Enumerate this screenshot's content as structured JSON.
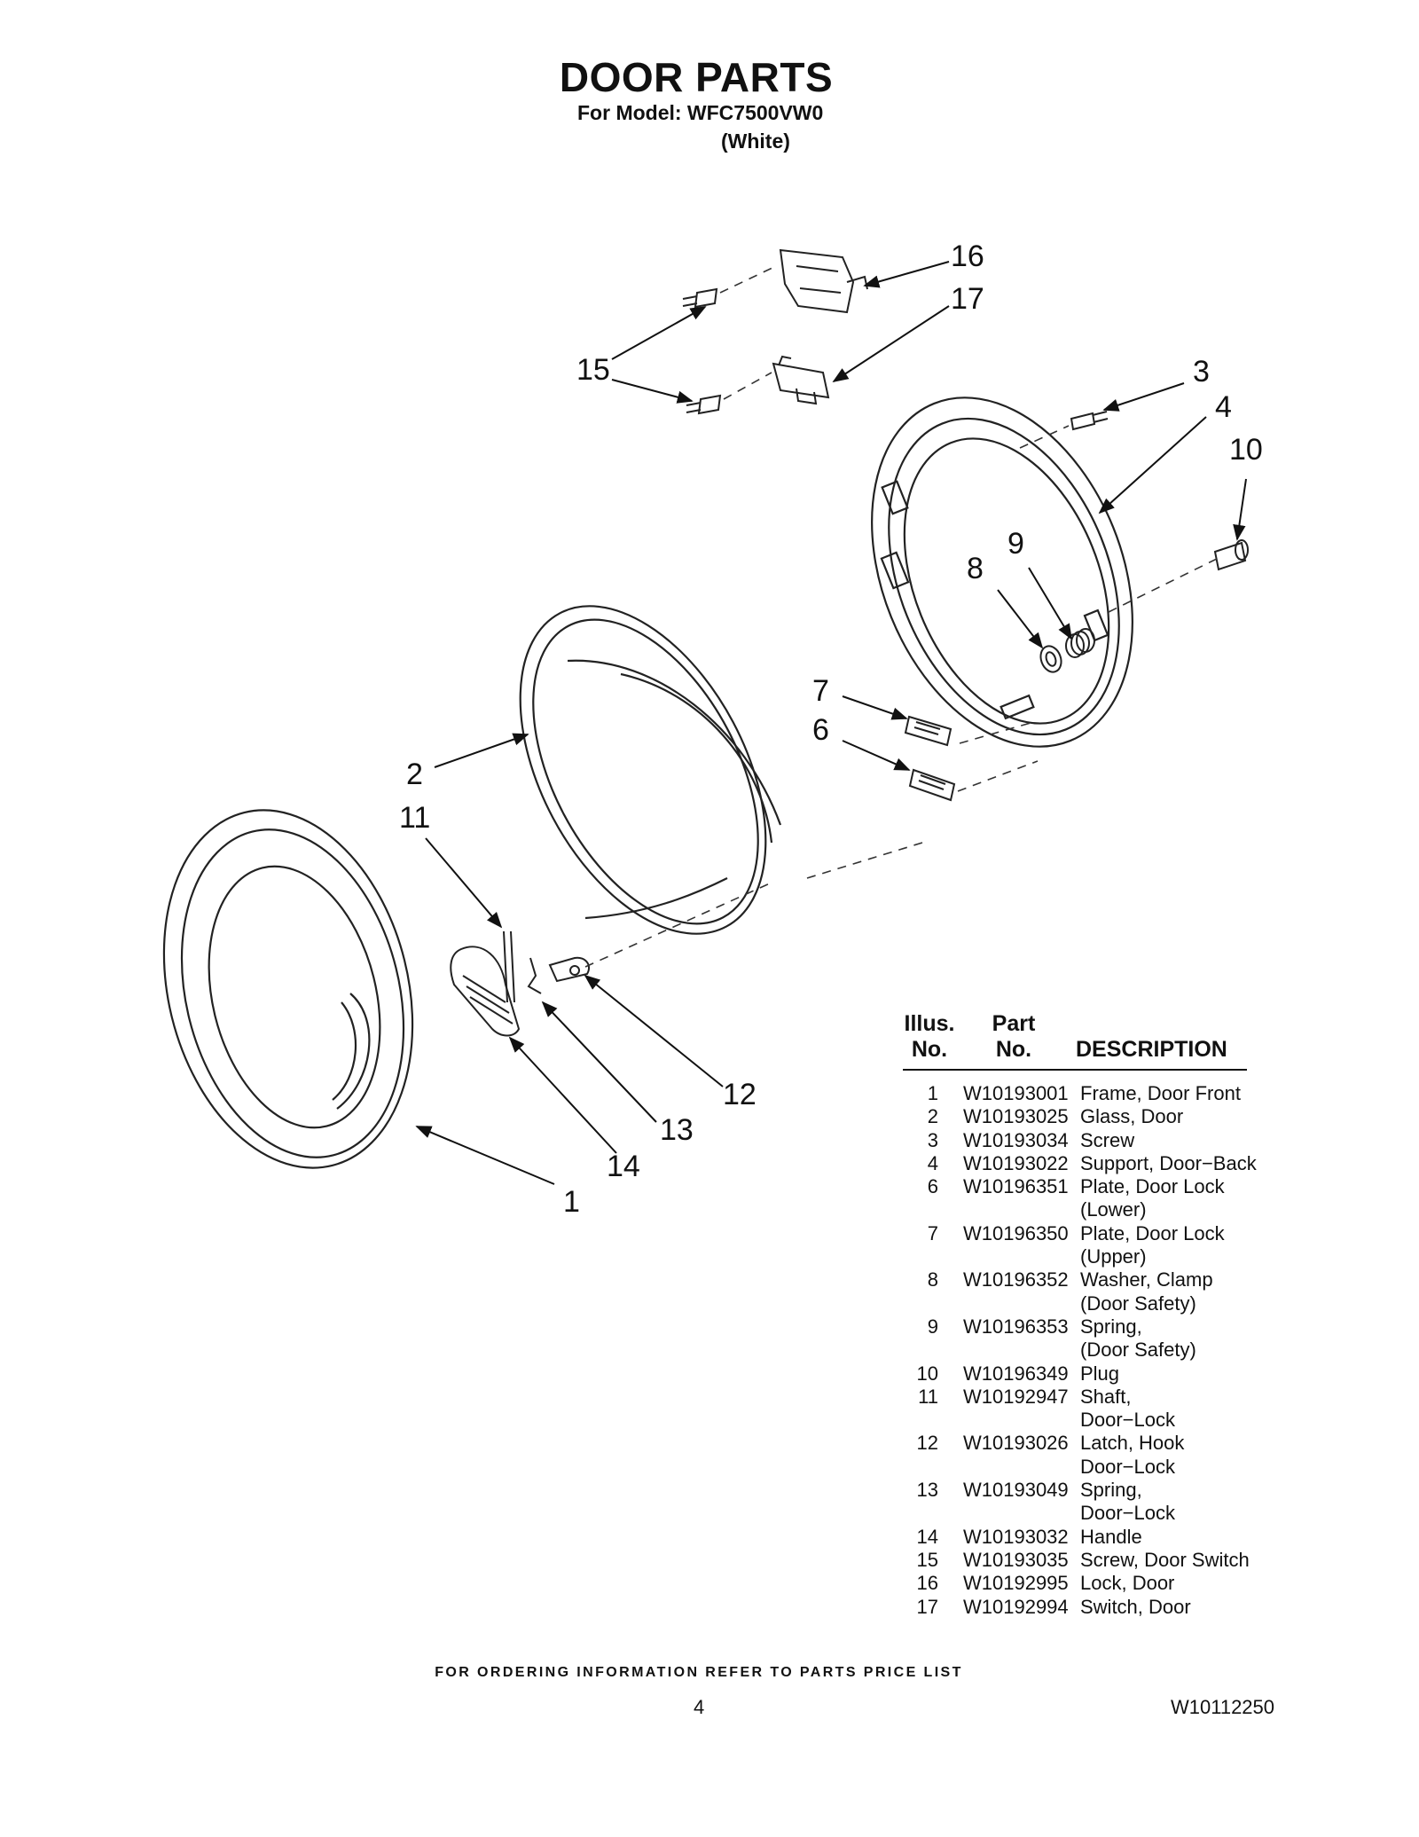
{
  "header": {
    "title": "DOOR PARTS",
    "model_line": "For Model: WFC7500VW0",
    "color_line": "(White)"
  },
  "diagram": {
    "callouts": [
      "16",
      "17",
      "15",
      "3",
      "4",
      "10",
      "9",
      "8",
      "7",
      "6",
      "2",
      "11",
      "12",
      "13",
      "14",
      "1"
    ]
  },
  "parts_table": {
    "headers": {
      "illus": "Illus.\nNo.",
      "part": "Part\nNo.",
      "description": "DESCRIPTION"
    },
    "rows": [
      {
        "no": "1",
        "part": "W10193001",
        "desc": "Frame, Door Front"
      },
      {
        "no": "2",
        "part": "W10193025",
        "desc": "Glass, Door"
      },
      {
        "no": "3",
        "part": "W10193034",
        "desc": "Screw"
      },
      {
        "no": "4",
        "part": "W10193022",
        "desc": "Support, Door−Back"
      },
      {
        "no": "6",
        "part": "W10196351",
        "desc": "Plate, Door Lock\n(Lower)"
      },
      {
        "no": "7",
        "part": "W10196350",
        "desc": "Plate, Door Lock\n(Upper)"
      },
      {
        "no": "8",
        "part": "W10196352",
        "desc": "Washer, Clamp\n(Door Safety)"
      },
      {
        "no": "9",
        "part": "W10196353",
        "desc": "Spring,\n(Door Safety)"
      },
      {
        "no": "10",
        "part": "W10196349",
        "desc": "Plug"
      },
      {
        "no": "11",
        "part": "W10192947",
        "desc": "Shaft,\nDoor−Lock"
      },
      {
        "no": "12",
        "part": "W10193026",
        "desc": "Latch, Hook\nDoor−Lock"
      },
      {
        "no": "13",
        "part": "W10193049",
        "desc": "Spring,\nDoor−Lock"
      },
      {
        "no": "14",
        "part": "W10193032",
        "desc": "Handle"
      },
      {
        "no": "15",
        "part": "W10193035",
        "desc": "Screw, Door Switch"
      },
      {
        "no": "16",
        "part": "W10192995",
        "desc": "Lock, Door"
      },
      {
        "no": "17",
        "part": "W10192994",
        "desc": "Switch, Door"
      }
    ]
  },
  "footer": {
    "note": "FOR ORDERING INFORMATION REFER TO PARTS PRICE LIST",
    "page": "4",
    "doc_number": "W10112250"
  }
}
